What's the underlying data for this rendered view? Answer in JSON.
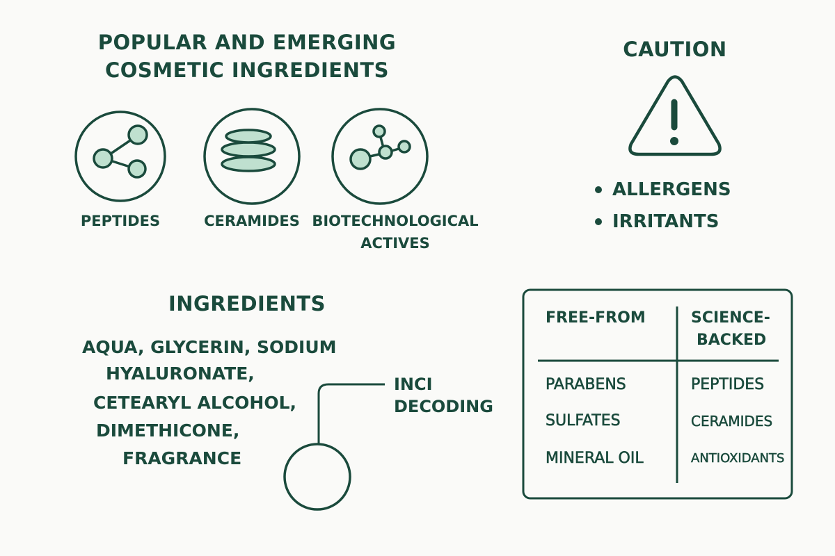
{
  "colors": {
    "primary": "#1a4a3c",
    "fill": "#bfe0cf",
    "background": "#fafaf8"
  },
  "popular": {
    "title_line1": "POPULAR AND EMERGING",
    "title_line2": "COSMETIC INGREDIENTS",
    "items": [
      {
        "label": "PEPTIDES",
        "icon": "peptide-molecule-icon"
      },
      {
        "label": "CERAMIDES",
        "icon": "ceramide-layers-icon"
      },
      {
        "label_line1": "BIOTECHNOLOGICAL",
        "label_line2": "ACTIVES",
        "icon": "biotech-molecule-icon"
      }
    ]
  },
  "caution": {
    "title": "CAUTION",
    "icon": "warning-triangle-icon",
    "bullets": [
      "ALLERGENS",
      "IRRITANTS"
    ]
  },
  "ingredients": {
    "title": "INGREDIENTS",
    "lines": [
      "AQUA, GLYCERIN, SODIUM",
      "HYALURONATE,",
      "CETEARYL ALCOHOL,",
      "DIMETHICONE,",
      "FRAGRANCE"
    ],
    "callout_line1": "INCI",
    "callout_line2": "DECODING",
    "callout_icon": "magnifier-circle-icon"
  },
  "comparison_table": {
    "headers": [
      "FREE-FROM",
      "SCIENCE-\nBACKED"
    ],
    "header_left": "FREE-FROM",
    "header_right_line1": "SCIENCE-",
    "header_right_line2": "BACKED",
    "free_from": [
      "PARABENS",
      "SULFATES",
      "MINERAL OIL"
    ],
    "science_backed": [
      "PEPTIDES",
      "CERAMIDES",
      "ANTIOXIDANTS"
    ]
  }
}
